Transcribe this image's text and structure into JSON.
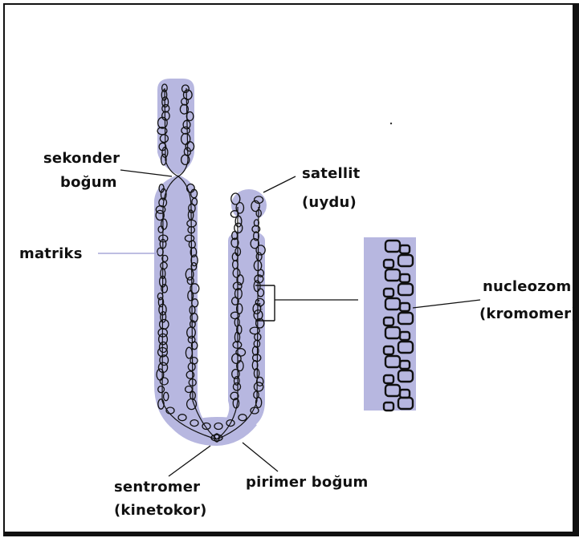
{
  "colors": {
    "body_fill": "#b7b7e0",
    "outline": "#111111",
    "leader_line": "#111111",
    "matrix_line": "#a8a8d8"
  },
  "labels": {
    "sekonder_line1": "sekonder",
    "sekonder_line2": "boğum",
    "satellit_line1": "satellit",
    "satellit_line2": "(uydu)",
    "matriks": "matriks",
    "nucleozom_line1": "nucleozom",
    "nucleozom_line2": "(kromomer)",
    "sentromer_line1": "sentromer",
    "sentromer_line2": "(kinetokor)",
    "pirimer": "pirimer boğum"
  }
}
